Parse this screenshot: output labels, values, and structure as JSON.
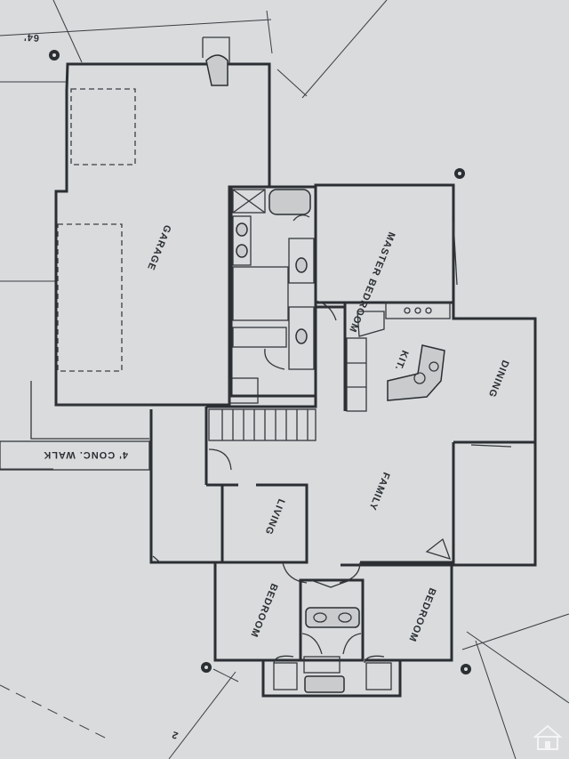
{
  "plan": {
    "rooms": {
      "garage": "GARAGE",
      "master_bedroom": "MASTER BEDROOM",
      "kitchen": "KIT.",
      "dining": "DINING",
      "family": "FAMILY",
      "living": "LIVING",
      "bedroom_left": "BEDROOM",
      "bedroom_right": "BEDROOM"
    },
    "annotations": {
      "walk": "4' CONC. WALK",
      "dimension_top": "64'",
      "dimension_bottom": "2"
    },
    "watermark_icon": "house-logo-icon",
    "colors": {
      "paper": "#d9dbdc",
      "ink": "#2b2f33"
    }
  }
}
